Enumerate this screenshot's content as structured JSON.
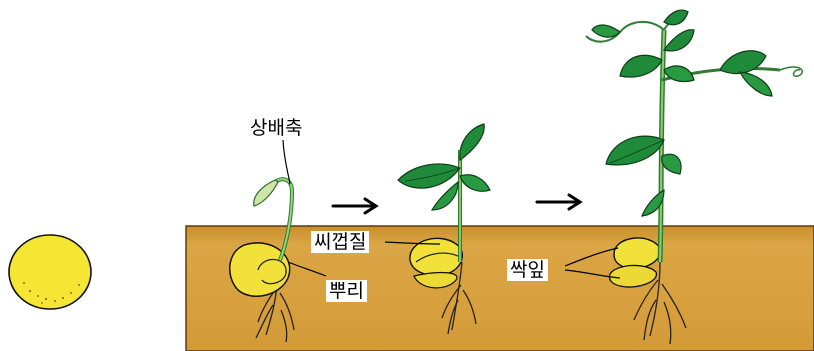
{
  "labels": {
    "epicotyl": "상배축",
    "seed_coat": "씨껍질",
    "root": "뿌리",
    "cotyledon": "싹잎"
  },
  "colors": {
    "soil": "#d9a441",
    "seed": "#f2e23a",
    "leaf": "#1f8a3a",
    "stem": "#3aa046",
    "outline": "#111111"
  }
}
